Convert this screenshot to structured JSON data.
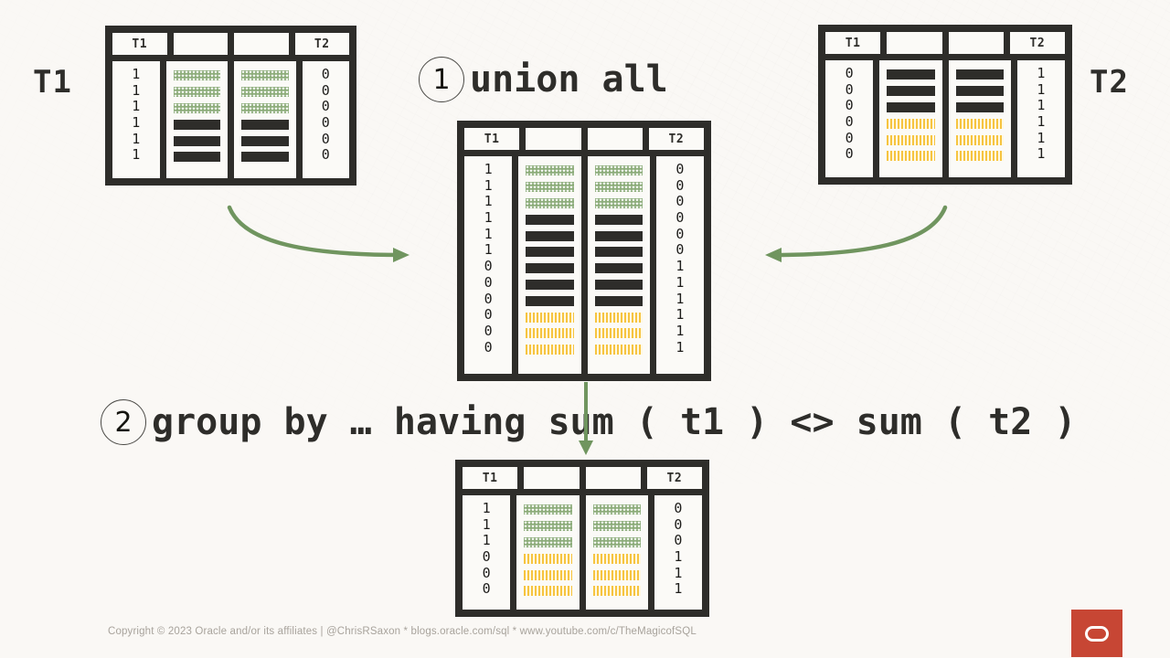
{
  "page": {
    "background_color": "#faf8f5",
    "ink_color": "#2e2d2a",
    "accent_green": "#70955f",
    "accent_yellow": "#f6c440",
    "oracle_red": "#c74634"
  },
  "captions": {
    "left_table": "T1",
    "right_table": "T2"
  },
  "steps": [
    {
      "number": "1",
      "text": "union all"
    },
    {
      "number": "2",
      "text": "group by … having sum ( t1 ) <> sum ( t2 )"
    }
  ],
  "tables": {
    "t1_source": {
      "name": "T1",
      "headers": [
        "T1",
        "",
        "",
        "T2"
      ],
      "col_t1": [
        "1",
        "1",
        "1",
        "1",
        "1",
        "1"
      ],
      "col_t2": [
        "0",
        "0",
        "0",
        "0",
        "0",
        "0"
      ],
      "bars": [
        "green",
        "green",
        "green",
        "dark",
        "dark",
        "dark"
      ]
    },
    "t2_source": {
      "name": "T2",
      "headers": [
        "T1",
        "",
        "",
        "T2"
      ],
      "col_t1": [
        "0",
        "0",
        "0",
        "0",
        "0",
        "0"
      ],
      "col_t2": [
        "1",
        "1",
        "1",
        "1",
        "1",
        "1"
      ],
      "bars": [
        "dark",
        "dark",
        "dark",
        "yellow",
        "yellow",
        "yellow"
      ]
    },
    "union_all": {
      "name": "union all result",
      "headers": [
        "T1",
        "",
        "",
        "T2"
      ],
      "col_t1": [
        "1",
        "1",
        "1",
        "1",
        "1",
        "1",
        "0",
        "0",
        "0",
        "0",
        "0",
        "0"
      ],
      "col_t2": [
        "0",
        "0",
        "0",
        "0",
        "0",
        "0",
        "1",
        "1",
        "1",
        "1",
        "1",
        "1"
      ],
      "bars": [
        "green",
        "green",
        "green",
        "dark",
        "dark",
        "dark",
        "dark",
        "dark",
        "dark",
        "yellow",
        "yellow",
        "yellow"
      ]
    },
    "having_result": {
      "name": "having result",
      "headers": [
        "T1",
        "",
        "",
        "T2"
      ],
      "col_t1": [
        "1",
        "1",
        "1",
        "0",
        "0",
        "0"
      ],
      "col_t2": [
        "0",
        "0",
        "0",
        "1",
        "1",
        "1"
      ],
      "bars": [
        "green",
        "green",
        "green",
        "yellow",
        "yellow",
        "yellow"
      ]
    }
  },
  "arrows": [
    {
      "name": "arrow-t1-to-union",
      "direction": "right"
    },
    {
      "name": "arrow-t2-to-union",
      "direction": "left"
    },
    {
      "name": "arrow-union-to-result",
      "direction": "down"
    }
  ],
  "footer": {
    "text": "Copyright © 2023 Oracle and/or its affiliates | @ChrisRSaxon * blogs.oracle.com/sql * www.youtube.com/c/TheMagicofSQL"
  }
}
